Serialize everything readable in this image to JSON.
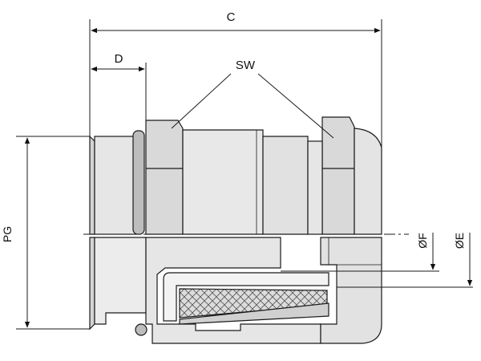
{
  "labels": {
    "c": "C",
    "d": "D",
    "sw": "SW",
    "pg": "PG",
    "f": "ØF",
    "e": "ØE"
  },
  "colors": {
    "line": "#1a1a1a",
    "part_fill": "#e4e4e4",
    "part_fill_dark": "#cfcfcf",
    "seal_fill": "#f2f2f2",
    "braid_fill": "#d9d9d9"
  }
}
